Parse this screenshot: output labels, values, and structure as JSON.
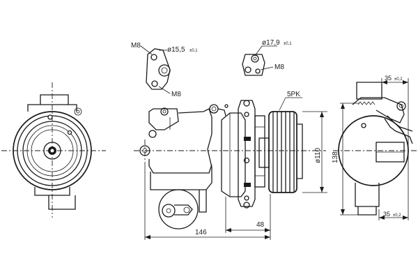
{
  "labels": {
    "m8_top": "M8",
    "d155": "ø15,5",
    "tol_01_a": "±0,1",
    "m8_bottom": "M8",
    "d179": "ø17,9",
    "tol_01_b": "±0,1",
    "m8_right": "M8",
    "belt": "5PK",
    "d110": "ø110",
    "h138": "138",
    "len146": "146",
    "len48": "48",
    "off35_top": "35",
    "tol_02_top": "±0,2",
    "off35_bottom": "35",
    "tol_02_bottom": "±0,2"
  }
}
